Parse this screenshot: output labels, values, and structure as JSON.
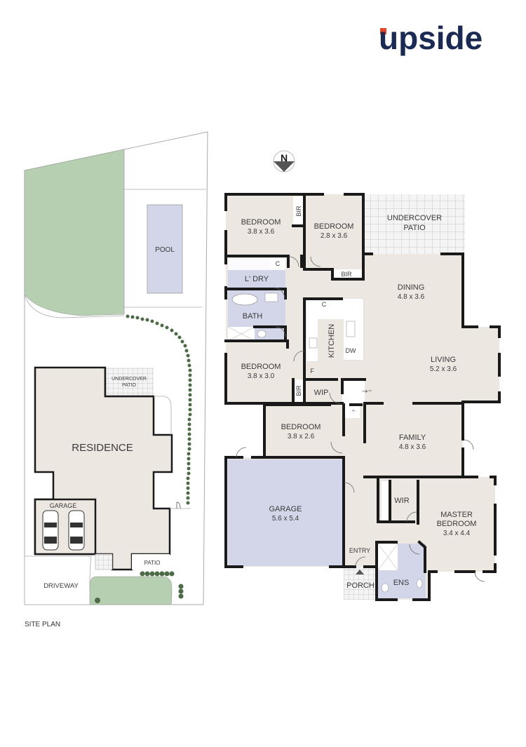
{
  "brand": {
    "name": "upside",
    "color_primary": "#1b2a52",
    "color_accent": "#e2452c"
  },
  "colors": {
    "floor": "#ede7e2",
    "wet_area": "#d3d6e8",
    "garage": "#d3d6e8",
    "lawn": "#b5cfb0",
    "pool": "#d3d6e8",
    "wall": "#1a1a1a",
    "tree": "#4d6b47"
  },
  "compass": {
    "label": "N"
  },
  "site_plan": {
    "title": "SITE PLAN",
    "labels": {
      "pool": "POOL",
      "residence": "RESIDENCE",
      "undercover_patio_line1": "UNDERCOVER",
      "undercover_patio_line2": "PATIO",
      "garage": "GARAGE",
      "patio": "PATIO",
      "driveway": "DRIVEWAY"
    }
  },
  "floor_plan": {
    "rooms": {
      "bedroom1": {
        "name": "BEDROOM",
        "size": "3.8 x 3.6"
      },
      "bedroom2": {
        "name": "BEDROOM",
        "size": "2.8 x 3.6"
      },
      "undercover_patio": {
        "line1": "UNDERCOVER",
        "line2": "PATIO"
      },
      "bir1": "BIR",
      "bir2": "BIR",
      "bir3": "BIR",
      "laundry": "L' DRY",
      "cupboard1": "C",
      "cupboard2": "C",
      "bath": "BATH",
      "dining": {
        "name": "DINING",
        "size": "4.8 x 3.6"
      },
      "kitchen": "KITCHEN",
      "dw": "DW",
      "fridge": "F",
      "living": {
        "name": "LIVING",
        "size": "5.2 x 3.6"
      },
      "bedroom3": {
        "name": "BEDROOM",
        "size": "3.8 x 3.0"
      },
      "wip": "WIP",
      "bedroom4": {
        "name": "BEDROOM",
        "size": "3.8 x 2.6"
      },
      "family": {
        "name": "FAMILY",
        "size": "4.8 x 3.6"
      },
      "garage": {
        "name": "GARAGE",
        "size": "5.6 x 5.4"
      },
      "wir": "WIR",
      "master": {
        "line1": "MASTER",
        "line2": "BEDROOM",
        "size": "3.4 x 4.4"
      },
      "entry": "ENTRY",
      "porch": "PORCH",
      "ens": "ENS"
    }
  }
}
